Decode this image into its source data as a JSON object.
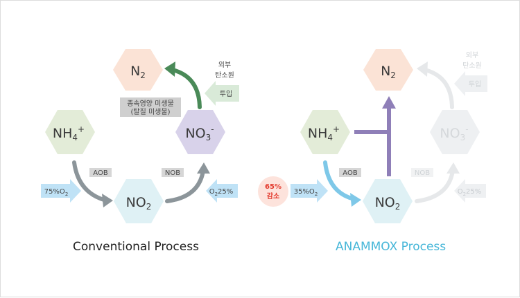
{
  "conventional": {
    "n2": "N",
    "n2_sub": "2",
    "nh4": "NH",
    "nh4_sub": "4",
    "nh4_sup": "+",
    "no3": "NO",
    "no3_sub": "3",
    "no3_sup": "-",
    "no2": "NO",
    "no2_sub": "2",
    "aob": "AOB",
    "nob": "NOB",
    "o2_left": "75%O",
    "o2_left_sub": "2",
    "o2_right": "O",
    "o2_right_sub": "2",
    "o2_right_tail": "25%",
    "external_carbon_1": "외부",
    "external_carbon_2": "탄소원",
    "input": "투입",
    "microbe_1": "종속영양 미생물",
    "microbe_2": "(탈질 미생물)",
    "caption": "Conventional Process"
  },
  "anammox": {
    "n2": "N",
    "n2_sub": "2",
    "nh4": "NH",
    "nh4_sub": "4",
    "nh4_sup": "+",
    "no3": "NO",
    "no3_sub": "3",
    "no3_sup": "-",
    "no2": "NO",
    "no2_sub": "2",
    "aob": "AOB",
    "nob": "NOB",
    "reduction_1": "65%",
    "reduction_2": "감소",
    "o2_left": "35%O",
    "o2_left_sub": "2",
    "o2_right": "O",
    "o2_right_sub": "2",
    "o2_right_tail": "25%",
    "external_carbon_1": "외부",
    "external_carbon_2": "탄소원",
    "input": "투입",
    "caption": "ANAMMOX Process"
  },
  "colors": {
    "n2_fill": "#fbe3d6",
    "nh4_fill": "#e3ecd8",
    "no3_fill": "#d8d2ea",
    "no2_fill": "#dff1f5",
    "gray_arrow": "#8c959a",
    "green_arrow": "#4a8a58",
    "purple_arrow": "#8f7fb8",
    "blue_arrow": "#7ec8e8",
    "o2_arrow": "#bfe2f6",
    "reduction": "#e33b2e",
    "caption_anammox": "#45b6d8",
    "faded": "#e6e8ea"
  }
}
